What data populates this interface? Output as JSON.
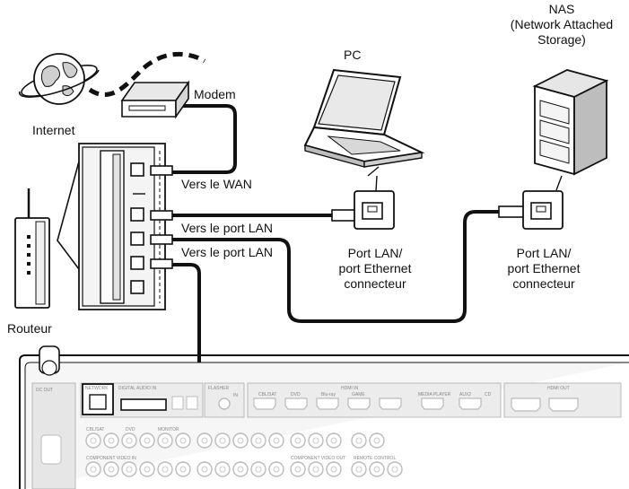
{
  "labels": {
    "internet": "Internet",
    "modem": "Modem",
    "router": "Routeur",
    "pc": "PC",
    "nas_line1": "NAS",
    "nas_line2": "(Network Attached",
    "nas_line3": "Storage)",
    "to_wan": "Vers le WAN",
    "to_lan_1": "Vers le port LAN",
    "to_lan_2": "Vers le port LAN",
    "pc_port_line1": "Port LAN/",
    "pc_port_line2": "port Ethernet",
    "pc_port_line3": "connecteur",
    "nas_port_line1": "Port LAN/",
    "nas_port_line2": "port Ethernet",
    "nas_port_line3": "connecteur"
  },
  "receiver_panel": {
    "network": "NETWORK",
    "digital_audio_in": "DIGITAL AUDIO IN",
    "flasher": "FLASHER",
    "flasher_in": "IN",
    "hdmi_in": "HDMI IN",
    "hdmi_out": "HDMI OUT",
    "dc_out": "DC OUT",
    "hdmi_inputs": [
      "CBL/SAT",
      "DVD",
      "Blu-ray",
      "GAME",
      "MEDIA PLAYER",
      "AUX2",
      "CD"
    ],
    "row_labels": [
      "CBL/SAT",
      "DVD",
      "MONITOR",
      "COMPONENT VIDEO IN",
      "COMPONENT VIDEO OUT",
      "REMOTE CONTROL"
    ]
  }
}
